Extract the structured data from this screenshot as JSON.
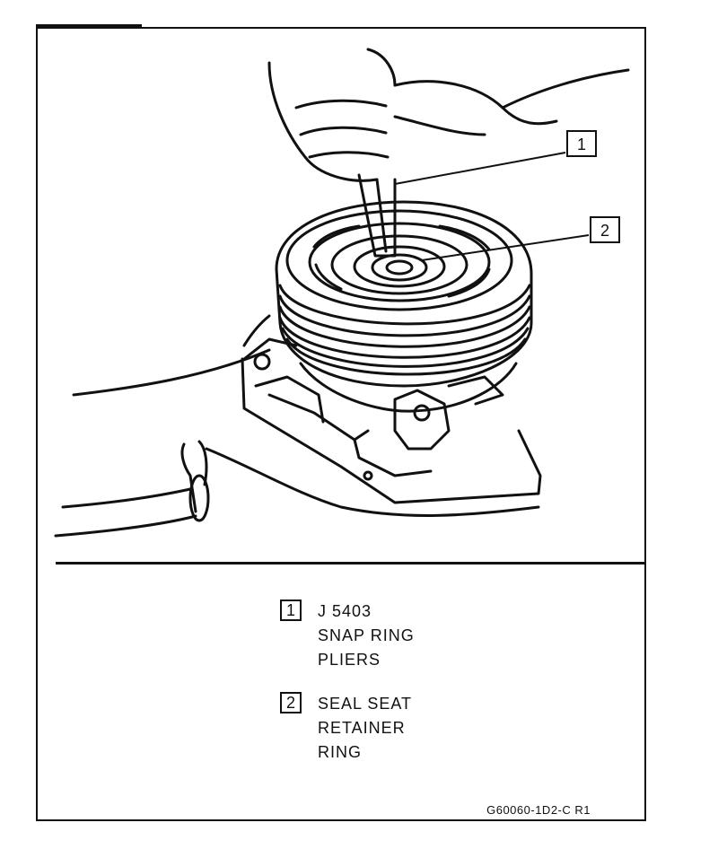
{
  "callouts": [
    {
      "number": "1",
      "lines": [
        "J 5403",
        "SNAP RING",
        "PLIERS"
      ]
    },
    {
      "number": "2",
      "lines": [
        "SEAL SEAT",
        "RETAINER",
        "RING"
      ]
    }
  ],
  "figure_id": "G60060-1D2-C R1"
}
